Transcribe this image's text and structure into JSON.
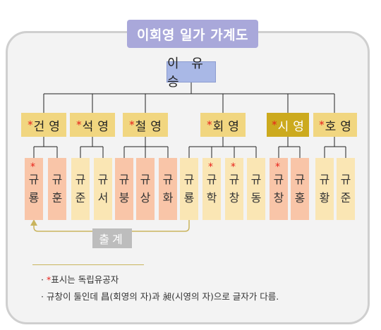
{
  "title": "이회영 일가 가계도",
  "root": "이 유 승",
  "sons": [
    {
      "star": "*",
      "a": "건",
      "b": "영"
    },
    {
      "star": "*",
      "a": "석",
      "b": "영"
    },
    {
      "star": "*",
      "a": "철",
      "b": "영"
    },
    {
      "star": "",
      "a": "",
      "b": ""
    },
    {
      "star": "*",
      "a": "회",
      "b": "영"
    },
    {
      "star": "*",
      "a": "시",
      "b": "영"
    },
    {
      "star": "*",
      "a": "호",
      "b": "영"
    }
  ],
  "grandsons": [
    {
      "star": "*",
      "a": "규",
      "b": "룡"
    },
    {
      "star": "",
      "a": "규",
      "b": "훈"
    },
    {
      "star": "",
      "a": "규",
      "b": "준"
    },
    {
      "star": "",
      "a": "규",
      "b": "서"
    },
    {
      "star": "",
      "a": "규",
      "b": "붕"
    },
    {
      "star": "",
      "a": "규",
      "b": "상"
    },
    {
      "star": "",
      "a": "규",
      "b": "화"
    },
    {
      "star": "",
      "a": "규",
      "b": "룡"
    },
    {
      "star": "*",
      "a": "규",
      "b": "학"
    },
    {
      "star": "*",
      "a": "규",
      "b": "창"
    },
    {
      "star": "",
      "a": "규",
      "b": "동"
    },
    {
      "star": "*",
      "a": "규",
      "b": "창"
    },
    {
      "star": "",
      "a": "규",
      "b": "홍"
    },
    {
      "star": "",
      "a": "규",
      "b": "황"
    },
    {
      "star": "",
      "a": "규",
      "b": "준"
    }
  ],
  "adoption_label": "출계",
  "notes": {
    "note1_bullet": "·",
    "note1_star": "*",
    "note1_text": "표시는 독립유공자",
    "note2_text": "· 규창이 둘인데 昌(회영의 자)과 昶(시영의 자)으로 글자가 다름."
  },
  "colors": {
    "title_bg": "#a9a8da",
    "root_bg": "#a9b8e6",
    "son_bg": "#f1d680",
    "son_highlight_bg": "#ccaa1e",
    "grandson_peach": "#f9c5a8",
    "grandson_yellow": "#fae6b4",
    "star": "#e8211a",
    "adoption_arrow": "#c9b45e"
  }
}
